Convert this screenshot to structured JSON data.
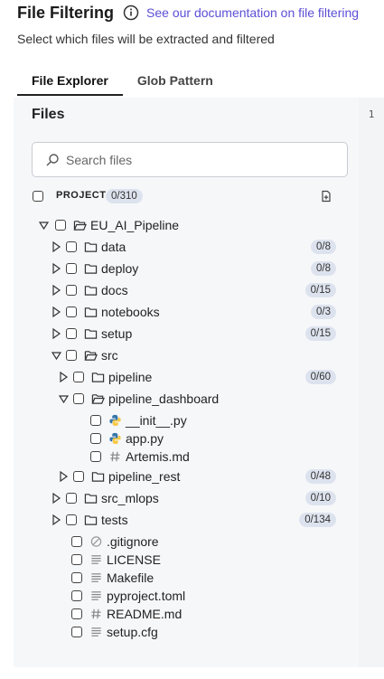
{
  "header": {
    "title": "File Filtering",
    "doc_link": "See our documentation on file filtering",
    "subtitle": "Select which files will be extracted and filtered"
  },
  "tabs": [
    {
      "label": "File Explorer",
      "active": true
    },
    {
      "label": "Glob Pattern",
      "active": false
    }
  ],
  "side_panel": {
    "line_number": "1"
  },
  "files_section": {
    "title": "Files",
    "search_placeholder": "Search files",
    "project_label": "PROJECT",
    "project_count": "0/310"
  },
  "tree": [
    {
      "name": "EU_AI_Pipeline",
      "kind": "folder-open",
      "expand": "open",
      "depth": 0,
      "badge": ""
    },
    {
      "name": "data",
      "kind": "folder",
      "expand": "closed",
      "depth": 1,
      "badge": "0/8"
    },
    {
      "name": "deploy",
      "kind": "folder",
      "expand": "closed",
      "depth": 1,
      "badge": "0/8"
    },
    {
      "name": "docs",
      "kind": "folder",
      "expand": "closed",
      "depth": 1,
      "badge": "0/15"
    },
    {
      "name": "notebooks",
      "kind": "folder",
      "expand": "closed",
      "depth": 1,
      "badge": "0/3"
    },
    {
      "name": "setup",
      "kind": "folder",
      "expand": "closed",
      "depth": 1,
      "badge": "0/15"
    },
    {
      "name": "src",
      "kind": "folder-open",
      "expand": "open",
      "depth": 1,
      "badge": ""
    },
    {
      "name": "pipeline",
      "kind": "folder",
      "expand": "closed",
      "depth": 2,
      "badge": "0/60"
    },
    {
      "name": "pipeline_dashboard",
      "kind": "folder-open",
      "expand": "open",
      "depth": 2,
      "badge": ""
    },
    {
      "name": "__init__.py",
      "kind": "python",
      "expand": "none",
      "depth": 3,
      "badge": ""
    },
    {
      "name": "app.py",
      "kind": "python",
      "expand": "none",
      "depth": 3,
      "badge": ""
    },
    {
      "name": "Artemis.md",
      "kind": "markdown",
      "expand": "none",
      "depth": 3,
      "badge": ""
    },
    {
      "name": "pipeline_rest",
      "kind": "folder",
      "expand": "closed",
      "depth": 2,
      "badge": "0/48"
    },
    {
      "name": "src_mlops",
      "kind": "folder",
      "expand": "closed",
      "depth": 1,
      "badge": "0/10"
    },
    {
      "name": "tests",
      "kind": "folder",
      "expand": "closed",
      "depth": 1,
      "badge": "0/134"
    },
    {
      "name": ".gitignore",
      "kind": "ignore",
      "expand": "none",
      "depth": 2,
      "badge": ""
    },
    {
      "name": "LICENSE",
      "kind": "text",
      "expand": "none",
      "depth": 2,
      "badge": ""
    },
    {
      "name": "Makefile",
      "kind": "text",
      "expand": "none",
      "depth": 2,
      "badge": ""
    },
    {
      "name": "pyproject.toml",
      "kind": "text",
      "expand": "none",
      "depth": 2,
      "badge": ""
    },
    {
      "name": "README.md",
      "kind": "markdown",
      "expand": "none",
      "depth": 2,
      "badge": ""
    },
    {
      "name": "setup.cfg",
      "kind": "text",
      "expand": "none",
      "depth": 2,
      "badge": ""
    }
  ],
  "colors": {
    "accent_link": "#5b4fd6",
    "badge_bg": "#dde3ee",
    "panel_bg": "#f6f7f9",
    "python_blue": "#3776ab",
    "python_yellow": "#f7c948"
  }
}
